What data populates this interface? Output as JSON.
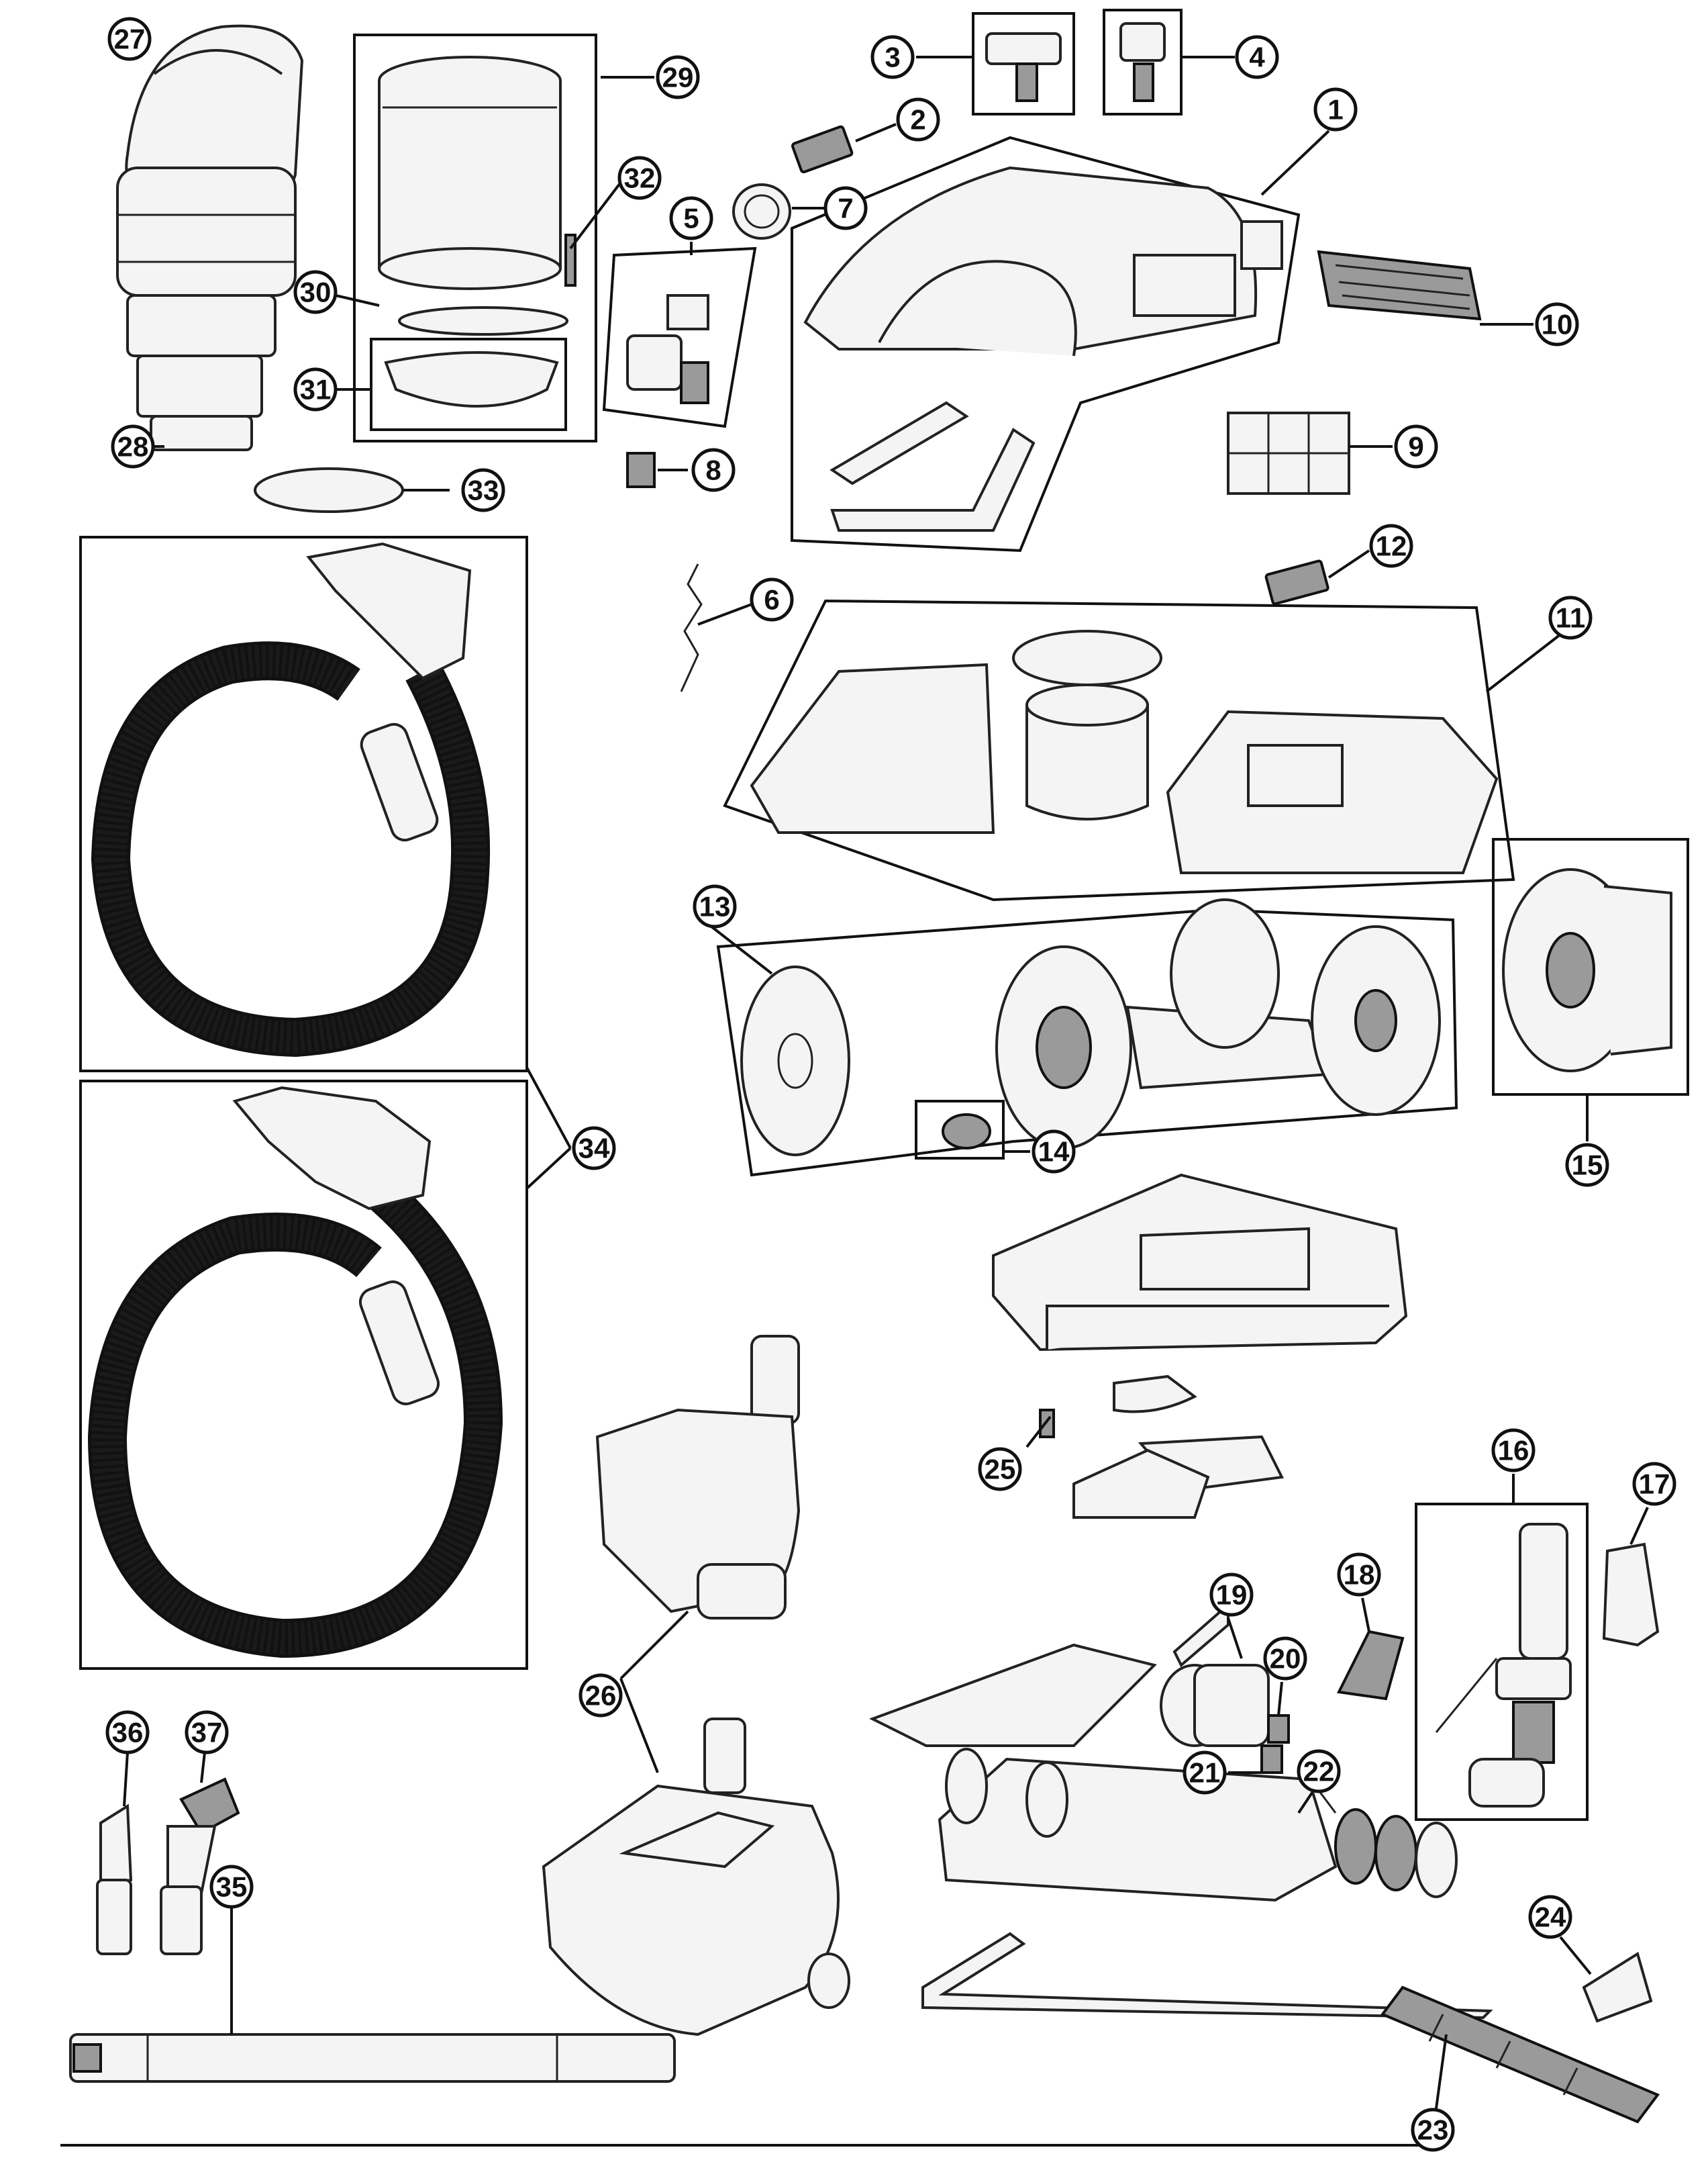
{
  "callouts": [
    {
      "label": "1"
    },
    {
      "label": "2"
    },
    {
      "label": "3"
    },
    {
      "label": "4"
    },
    {
      "label": "5"
    },
    {
      "label": "6"
    },
    {
      "label": "7"
    },
    {
      "label": "8"
    },
    {
      "label": "9"
    },
    {
      "label": "10"
    },
    {
      "label": "11"
    },
    {
      "label": "12"
    },
    {
      "label": "13"
    },
    {
      "label": "14"
    },
    {
      "label": "15"
    },
    {
      "label": "16"
    },
    {
      "label": "17"
    },
    {
      "label": "18"
    },
    {
      "label": "19"
    },
    {
      "label": "20"
    },
    {
      "label": "21"
    },
    {
      "label": "22"
    },
    {
      "label": "23"
    },
    {
      "label": "24"
    },
    {
      "label": "25"
    },
    {
      "label": "26"
    },
    {
      "label": "27"
    },
    {
      "label": "28"
    },
    {
      "label": "29"
    },
    {
      "label": "30"
    },
    {
      "label": "31"
    },
    {
      "label": "32"
    },
    {
      "label": "33"
    },
    {
      "label": "34"
    },
    {
      "label": "35"
    },
    {
      "label": "36"
    },
    {
      "label": "37"
    }
  ]
}
